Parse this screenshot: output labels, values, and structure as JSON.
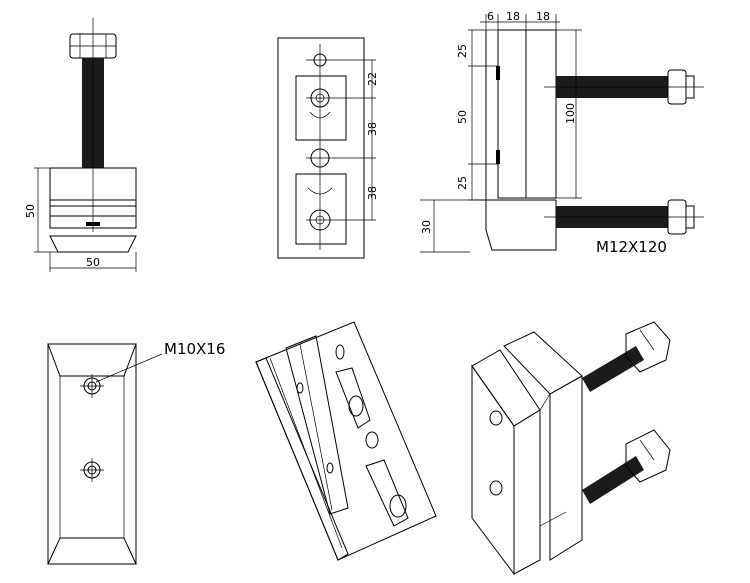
{
  "dimensions": {
    "side_view": {
      "width": "50",
      "height": "50"
    },
    "front_slots": {
      "pitch_top": "22",
      "pitch_mid": "38",
      "pitch_bottom": "38"
    },
    "section_view": {
      "top_a": "6",
      "top_b": "18",
      "top_c": "18",
      "left_upper": "25",
      "left_mid": "50",
      "left_lower": "25",
      "base": "30",
      "overall": "100"
    }
  },
  "labels": {
    "bolt_spec": "M12X120",
    "tap_spec": "M10X16"
  }
}
